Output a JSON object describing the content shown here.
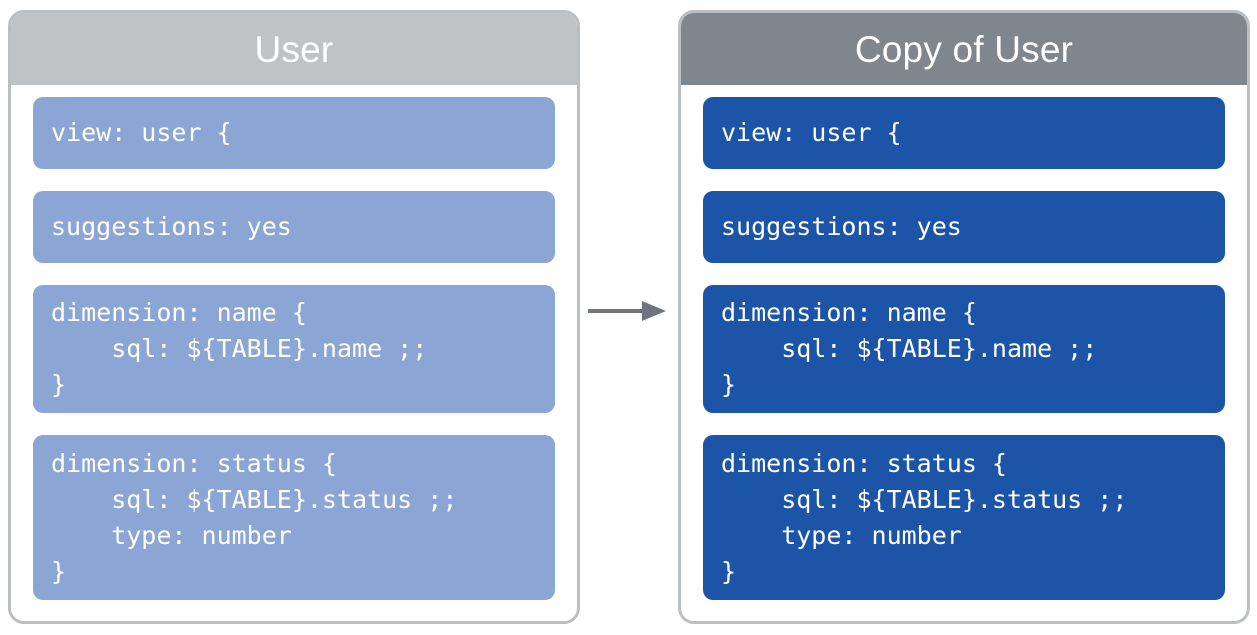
{
  "diagram": {
    "title_left": "User",
    "title_right": "Copy of User",
    "arrow": {
      "icon": "arrow-right-icon",
      "color": "#70757d",
      "direction": "left-to-right"
    },
    "colors": {
      "left_header_bg": "#bfc3c6",
      "right_header_bg": "#80868e",
      "left_block_bg": "#8ba6d4",
      "right_block_bg": "#1c55a8",
      "panel_border": "#bcbfc2",
      "panel_bg": "#ffffff",
      "text": "#ffffff"
    }
  },
  "left_panel": {
    "title": "User",
    "blocks": [
      {
        "id": "view",
        "size": "h1",
        "code": "view: user {"
      },
      {
        "id": "suggestions",
        "size": "h1",
        "code": "suggestions: yes"
      },
      {
        "id": "dimension-name",
        "size": "h3",
        "code": "dimension: name {\n    sql: ${TABLE}.name ;;\n}"
      },
      {
        "id": "dimension-status",
        "size": "h4",
        "code": "dimension: status {\n    sql: ${TABLE}.status ;;\n    type: number\n}"
      }
    ]
  },
  "right_panel": {
    "title": "Copy of User",
    "blocks": [
      {
        "id": "view",
        "size": "h1",
        "code": "view: user {"
      },
      {
        "id": "suggestions",
        "size": "h1",
        "code": "suggestions: yes"
      },
      {
        "id": "dimension-name",
        "size": "h3",
        "code": "dimension: name {\n    sql: ${TABLE}.name ;;\n}"
      },
      {
        "id": "dimension-status",
        "size": "h4",
        "code": "dimension: status {\n    sql: ${TABLE}.status ;;\n    type: number\n}"
      }
    ]
  }
}
